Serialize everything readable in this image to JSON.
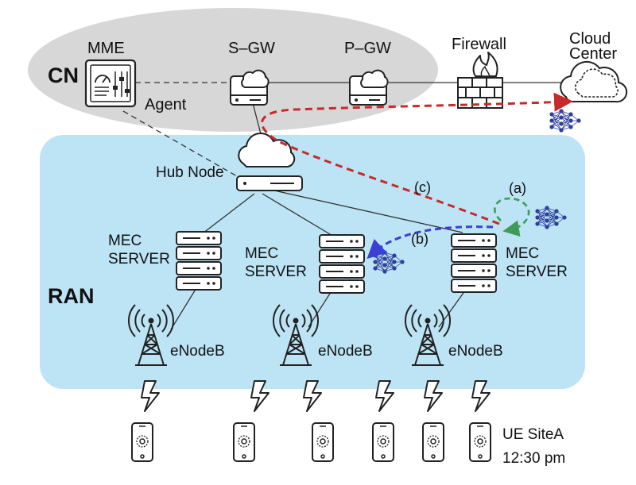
{
  "zones": {
    "cn_label": "CN",
    "ran_label": "RAN"
  },
  "core": {
    "mme_label": "MME",
    "agent_label": "Agent",
    "sgw_label": "S–GW",
    "pgw_label": "P–GW",
    "firewall_label": "Firewall",
    "cloud_label": "Cloud\nCenter"
  },
  "ran": {
    "hub_label": "Hub Node",
    "mec_label": "MEC\nSERVER",
    "enodeb_label": "eNodeB"
  },
  "paths": {
    "a": "(a)",
    "b": "(b)",
    "c": "(c)"
  },
  "ue": {
    "site_label": "UE SiteA",
    "time_label": "12:30 pm"
  },
  "colors": {
    "cn_fill": "#d7d7d7",
    "ran_fill": "#bde4f5",
    "path_a": "#3f9b58",
    "path_b": "#3b3fd6",
    "path_c": "#c62a2a",
    "nn_node": "#2f3f9a"
  }
}
